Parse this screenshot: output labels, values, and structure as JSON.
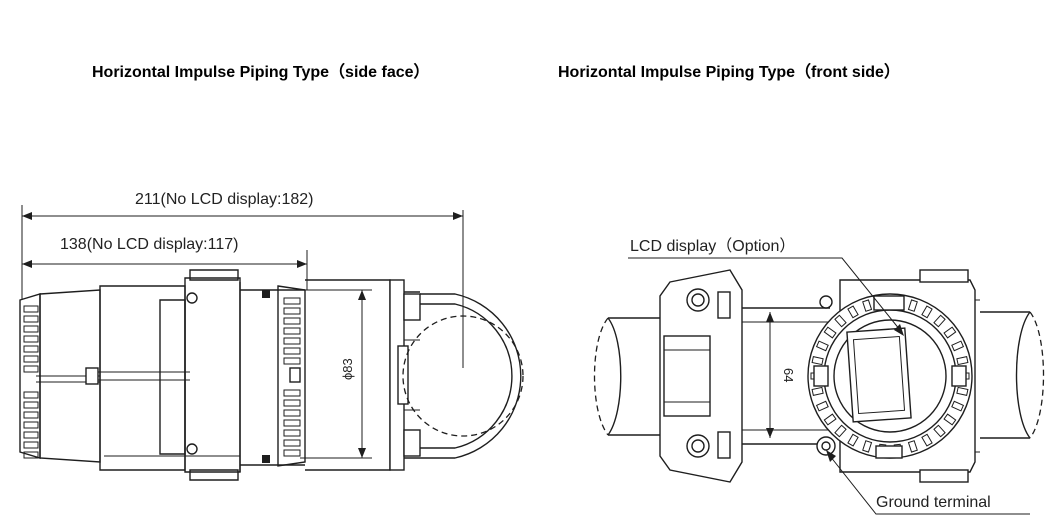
{
  "titles": {
    "side": "Horizontal Impulse Piping Type（side face）",
    "front": "Horizontal Impulse Piping Type（front side）"
  },
  "side_view": {
    "dim_total": "211(No LCD display:182)",
    "dim_partial": "138(No LCD display:117)",
    "dim_diameter": "ϕ83"
  },
  "front_view": {
    "lcd_label": "LCD display（Option）",
    "ground_label": "Ground terminal",
    "dim_height": "64"
  },
  "colors": {
    "line": "#1e1e1e",
    "background": "#ffffff"
  }
}
